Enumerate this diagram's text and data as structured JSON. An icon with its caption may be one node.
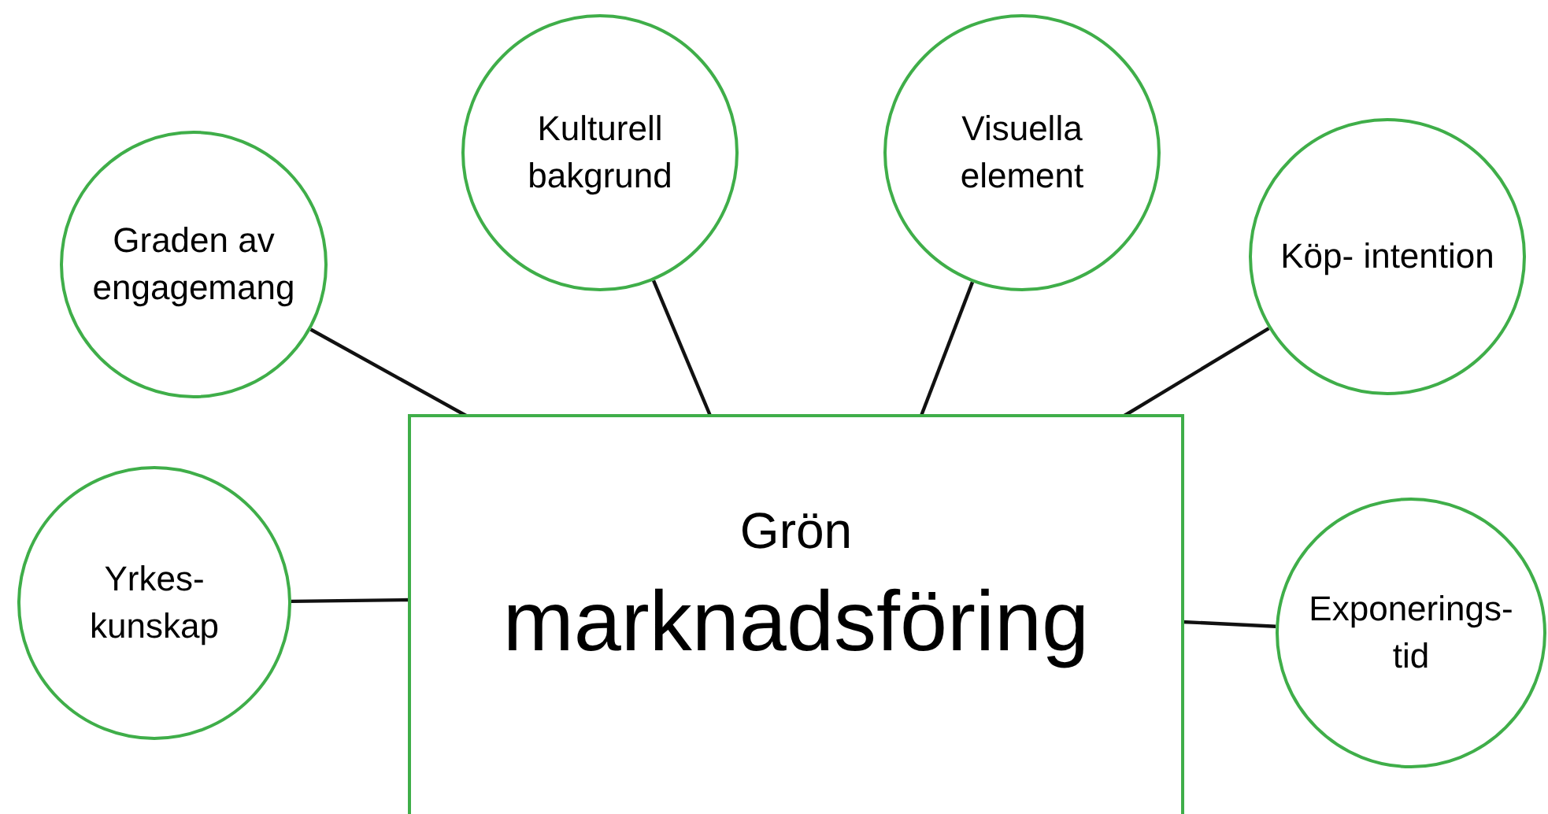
{
  "diagram": {
    "nodes": [
      {
        "text": [
          "Graden av engagemang"
        ]
      },
      {
        "text": [
          "Kulturell bakgrund"
        ]
      },
      {
        "text": [
          "Visuella element"
        ]
      },
      {
        "text": [
          "Köp- intention"
        ]
      },
      {
        "text": [
          "Grön",
          "marknadsföring"
        ]
      },
      {
        "text": [
          "Yrkes- kunskap"
        ]
      },
      {
        "text": [
          "Exponerings- tid"
        ]
      }
    ],
    "edges": [
      {
        "from": 0,
        "to": 4,
        "arrow": "none"
      },
      {
        "from": 1,
        "to": 4,
        "arrow": "none"
      },
      {
        "from": 2,
        "to": 4,
        "arrow": "none"
      },
      {
        "from": 3,
        "to": 4,
        "arrow": "none"
      },
      {
        "from": 5,
        "to": 4,
        "arrow": "none"
      },
      {
        "from": 6,
        "to": 4,
        "arrow": "none"
      }
    ]
  }
}
